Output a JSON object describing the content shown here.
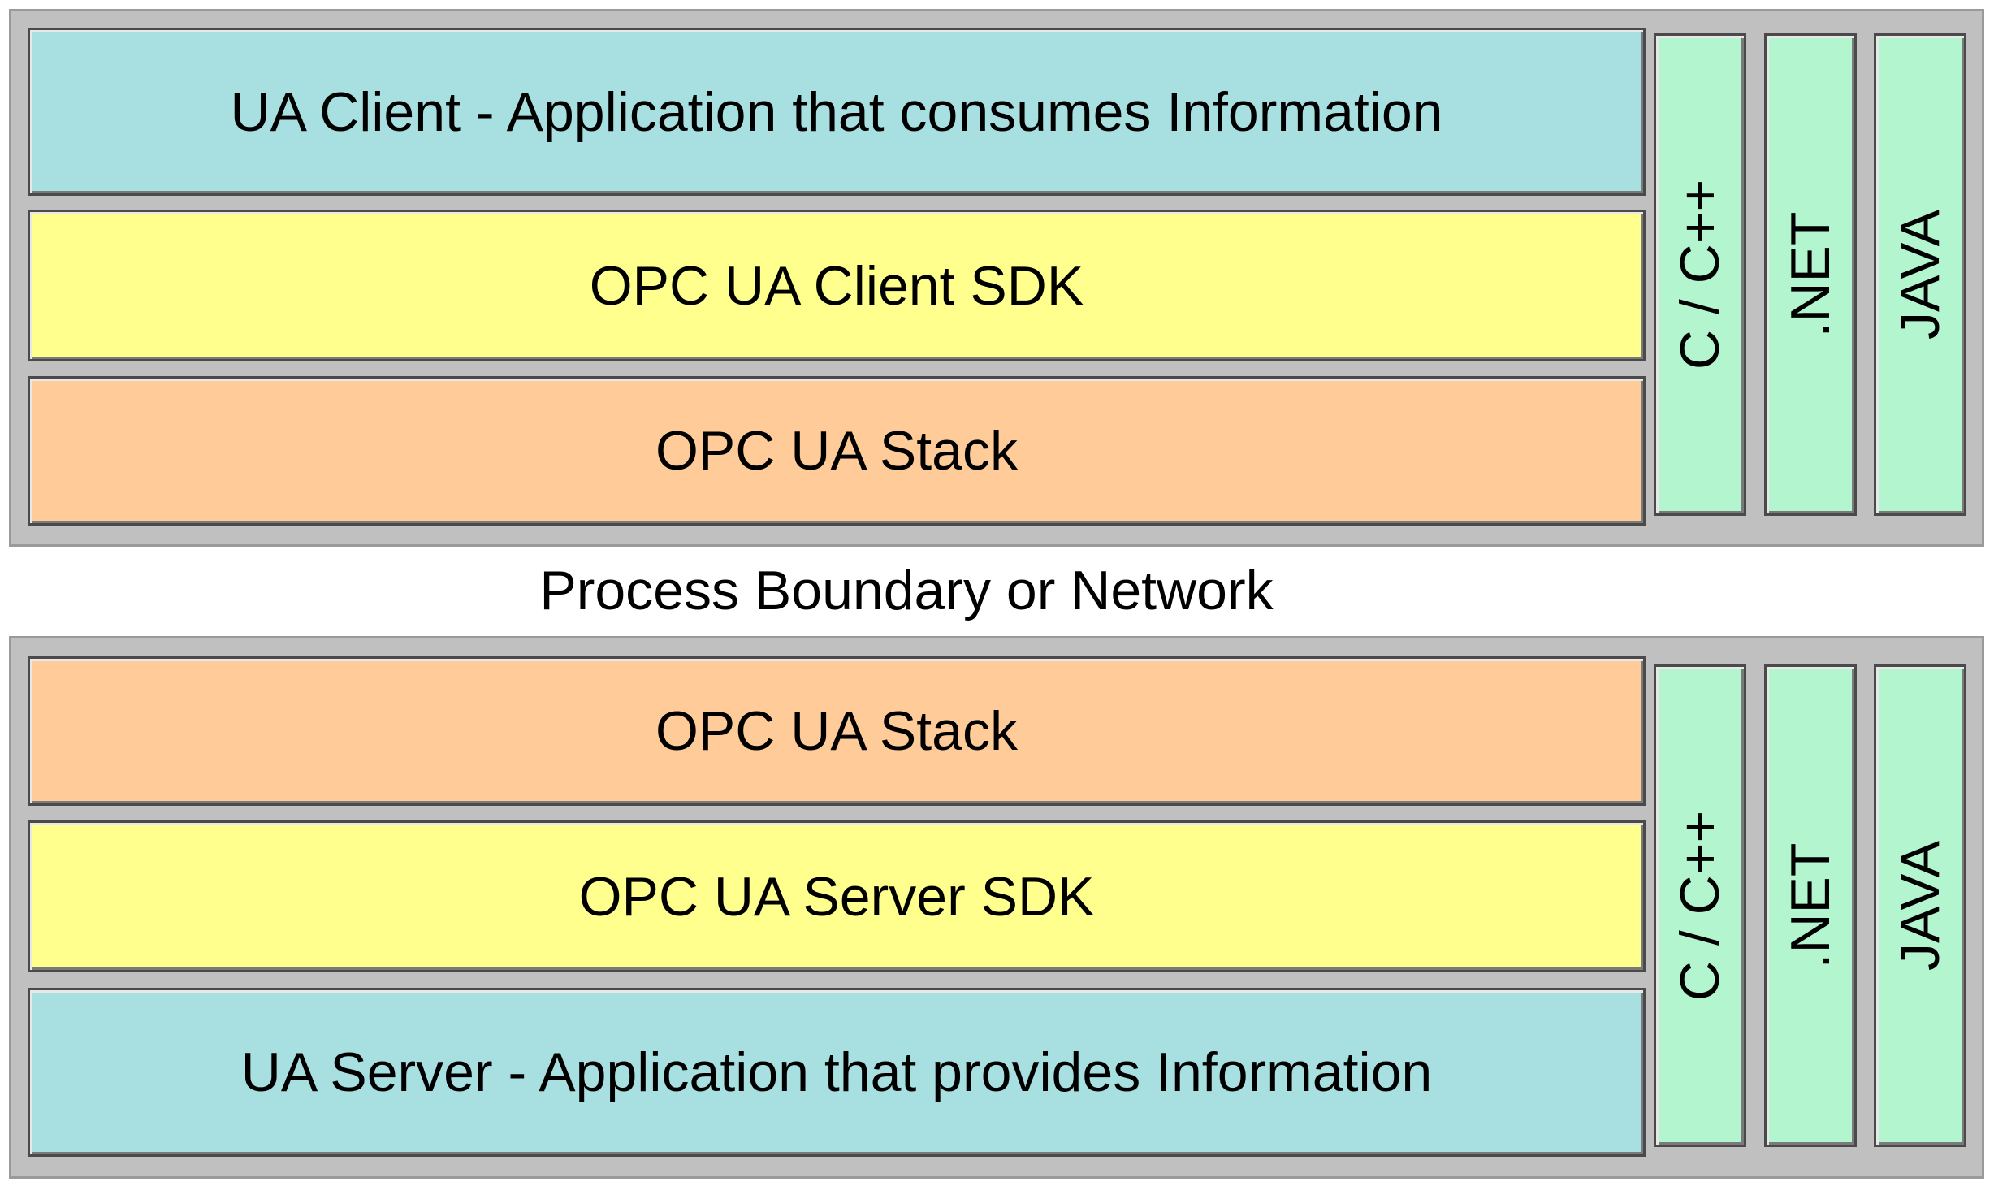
{
  "client_stack": {
    "application": "UA Client - Application that consumes Information",
    "sdk": "OPC UA Client SDK",
    "stack": "OPC UA Stack",
    "languages": [
      "C / C++",
      ".NET",
      "JAVA"
    ]
  },
  "boundary": {
    "label": "Process Boundary or Network"
  },
  "server_stack": {
    "stack": "OPC UA Stack",
    "sdk": "OPC UA Server SDK",
    "application": "UA Server - Application that provides Information",
    "languages": [
      "C / C++",
      ".NET",
      "JAVA"
    ]
  },
  "colors": {
    "application": "#a8dfe0",
    "sdk": "#ffff8e",
    "stack": "#ffcc99",
    "language": "#b3f5cf",
    "group_background": "#c0c0c0"
  }
}
